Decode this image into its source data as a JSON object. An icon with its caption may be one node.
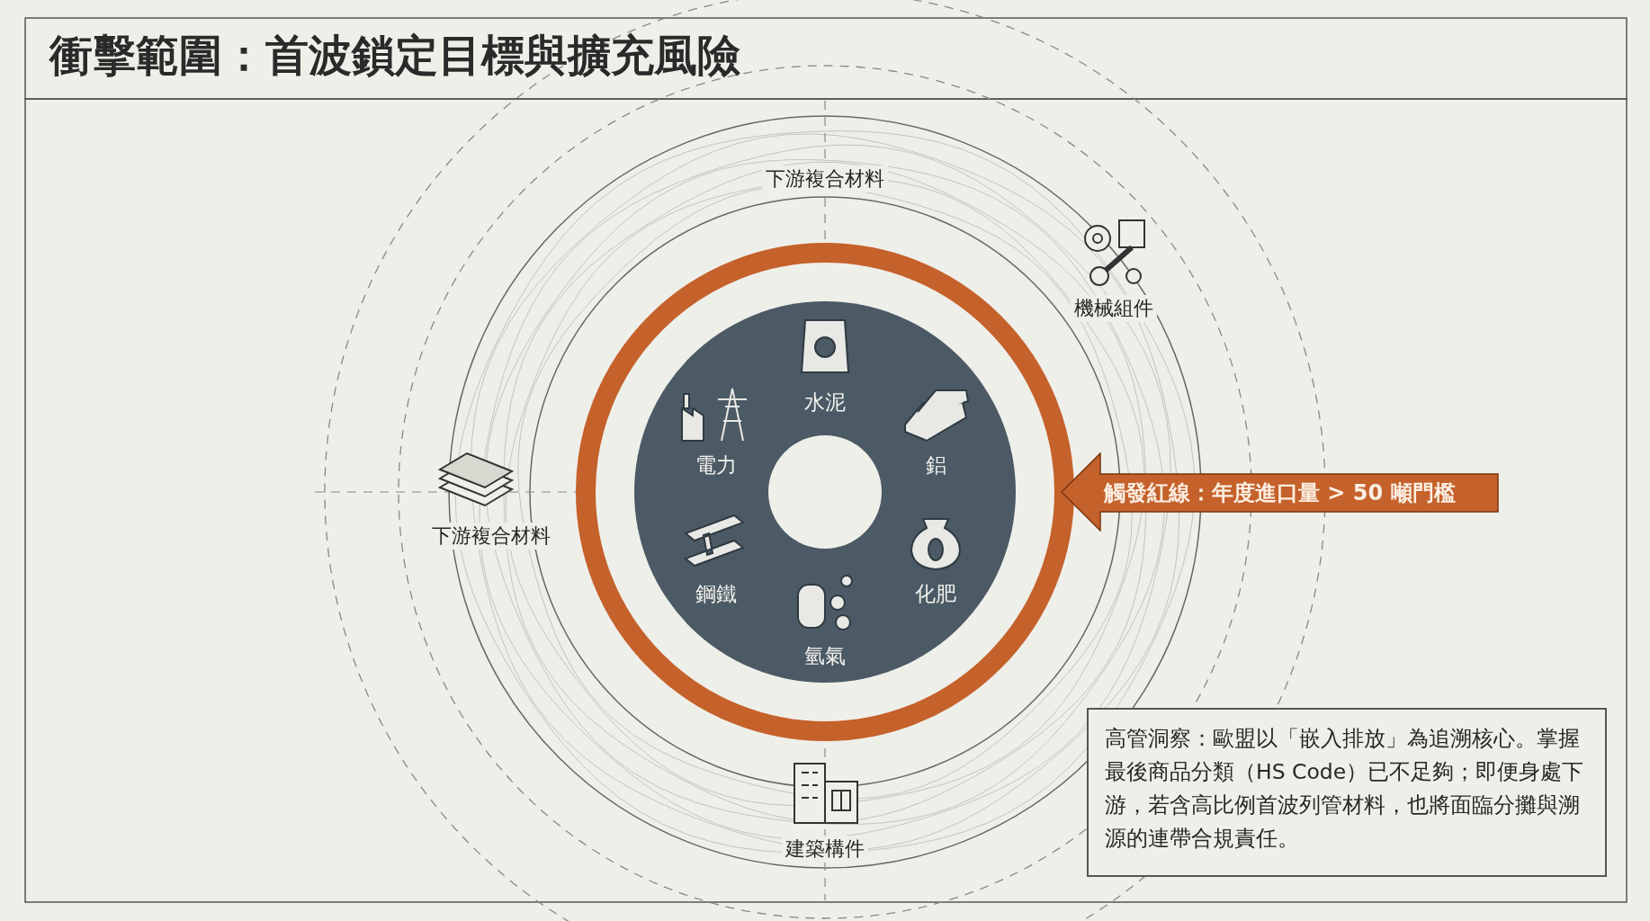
{
  "diagram": {
    "title": "衝擊範圍：首波鎖定目標與擴充風險",
    "nodes": [
      {
        "text": [
          "觸發紅線：年度進口量 > 50 噸門檻"
        ]
      },
      {
        "text": [
          "高管洞察：歐盟以「嵌入排放」為追溯核心。掌握最後商品分類（HS Code）已不足夠；即便身處下游，若含高比例首波列管材料，也將面臨分攤與溯源的連帶合規責任。"
        ]
      }
    ],
    "labels": [
      "下游複合材料",
      "機械組件",
      "水泥",
      "電力",
      "鋁",
      "下游複合材料",
      "鋼鐵",
      "化肥",
      "氫氣",
      "建築構件"
    ]
  }
}
